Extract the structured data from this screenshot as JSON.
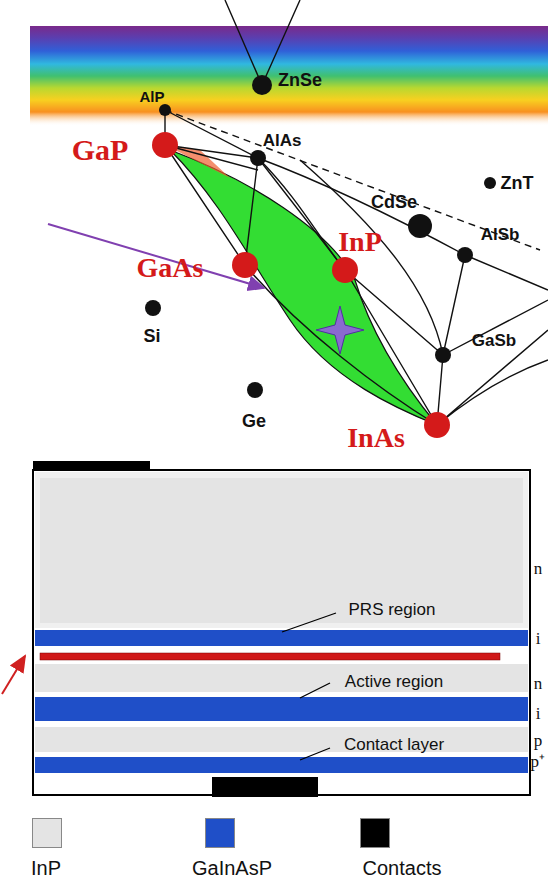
{
  "diagram": {
    "labels": [
      "AlP",
      "ZnSe",
      "GaP",
      "AlAs",
      "ZnT",
      "CdSe",
      "AlSb",
      "GaAs",
      "InP",
      "Si",
      "GaSb",
      "Ge",
      "InAs",
      "n",
      "PRS region",
      "i",
      "Active region",
      "n",
      "i",
      "p",
      "Contact layer",
      "p⁺"
    ],
    "legend": [
      {
        "text": "InP",
        "color": "#e4e4e4"
      },
      {
        "text": "GaInAsP",
        "color": "#1f4fc8"
      },
      {
        "text": "Contacts",
        "color": "#000000"
      }
    ]
  }
}
